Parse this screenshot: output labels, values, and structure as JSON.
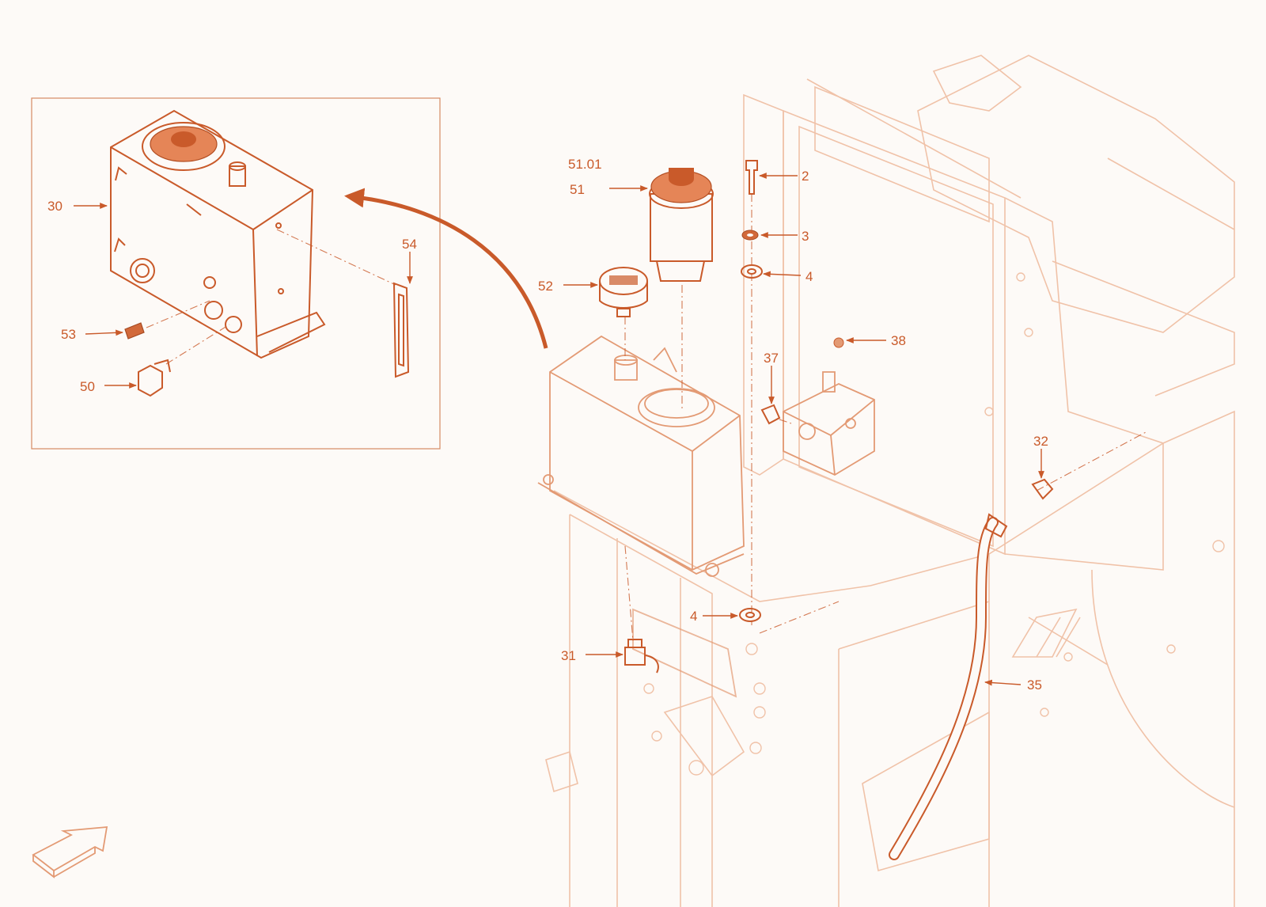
{
  "callouts": {
    "c2": "2",
    "c3": "3",
    "c4a": "4",
    "c4b": "4",
    "c30": "30",
    "c31": "31",
    "c32": "32",
    "c35": "35",
    "c37": "37",
    "c38": "38",
    "c50": "50",
    "c51": "51",
    "c5101": "51.01",
    "c52": "52",
    "c53": "53",
    "c54": "54"
  },
  "colors": {
    "accent": "#c95a2a",
    "faint_line": "#f0c2a8",
    "background": "#fdfaf7"
  },
  "icons": {
    "direction": "outline-arrow-icon"
  }
}
